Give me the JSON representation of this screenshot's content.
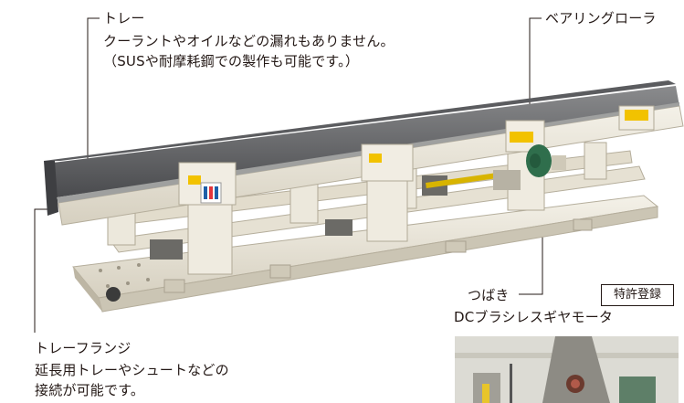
{
  "labels": {
    "tray": {
      "title": "トレー",
      "line1": "クーラントやオイルなどの漏れもありません。",
      "line2": "（SUSや耐摩耗鋼での製作も可能です。）"
    },
    "roller": {
      "title": "ベアリングローラ"
    },
    "flange": {
      "title": "トレーフランジ",
      "line1": "延長用トレーやシュートなどの",
      "line2": "接続が可能です。"
    },
    "motor": {
      "line1": "つばき",
      "line2": "DCブラシレスギヤモータ"
    },
    "patent": "特許登録"
  },
  "icons": {
    "machine": "vibratory-conveyor-illustration",
    "logo": "tsubaki-logo-icon",
    "inset": "motor-closeup-photo"
  },
  "colors": {
    "text": "#231815",
    "frame": "#ece8dc",
    "frame_shadow": "#c9c3b3",
    "tray": "#6f7072",
    "tray_dark": "#3e3f42",
    "label_yellow": "#f2c200",
    "motor_green": "#2f6e4c",
    "logo_blue": "#1d5fa8"
  }
}
